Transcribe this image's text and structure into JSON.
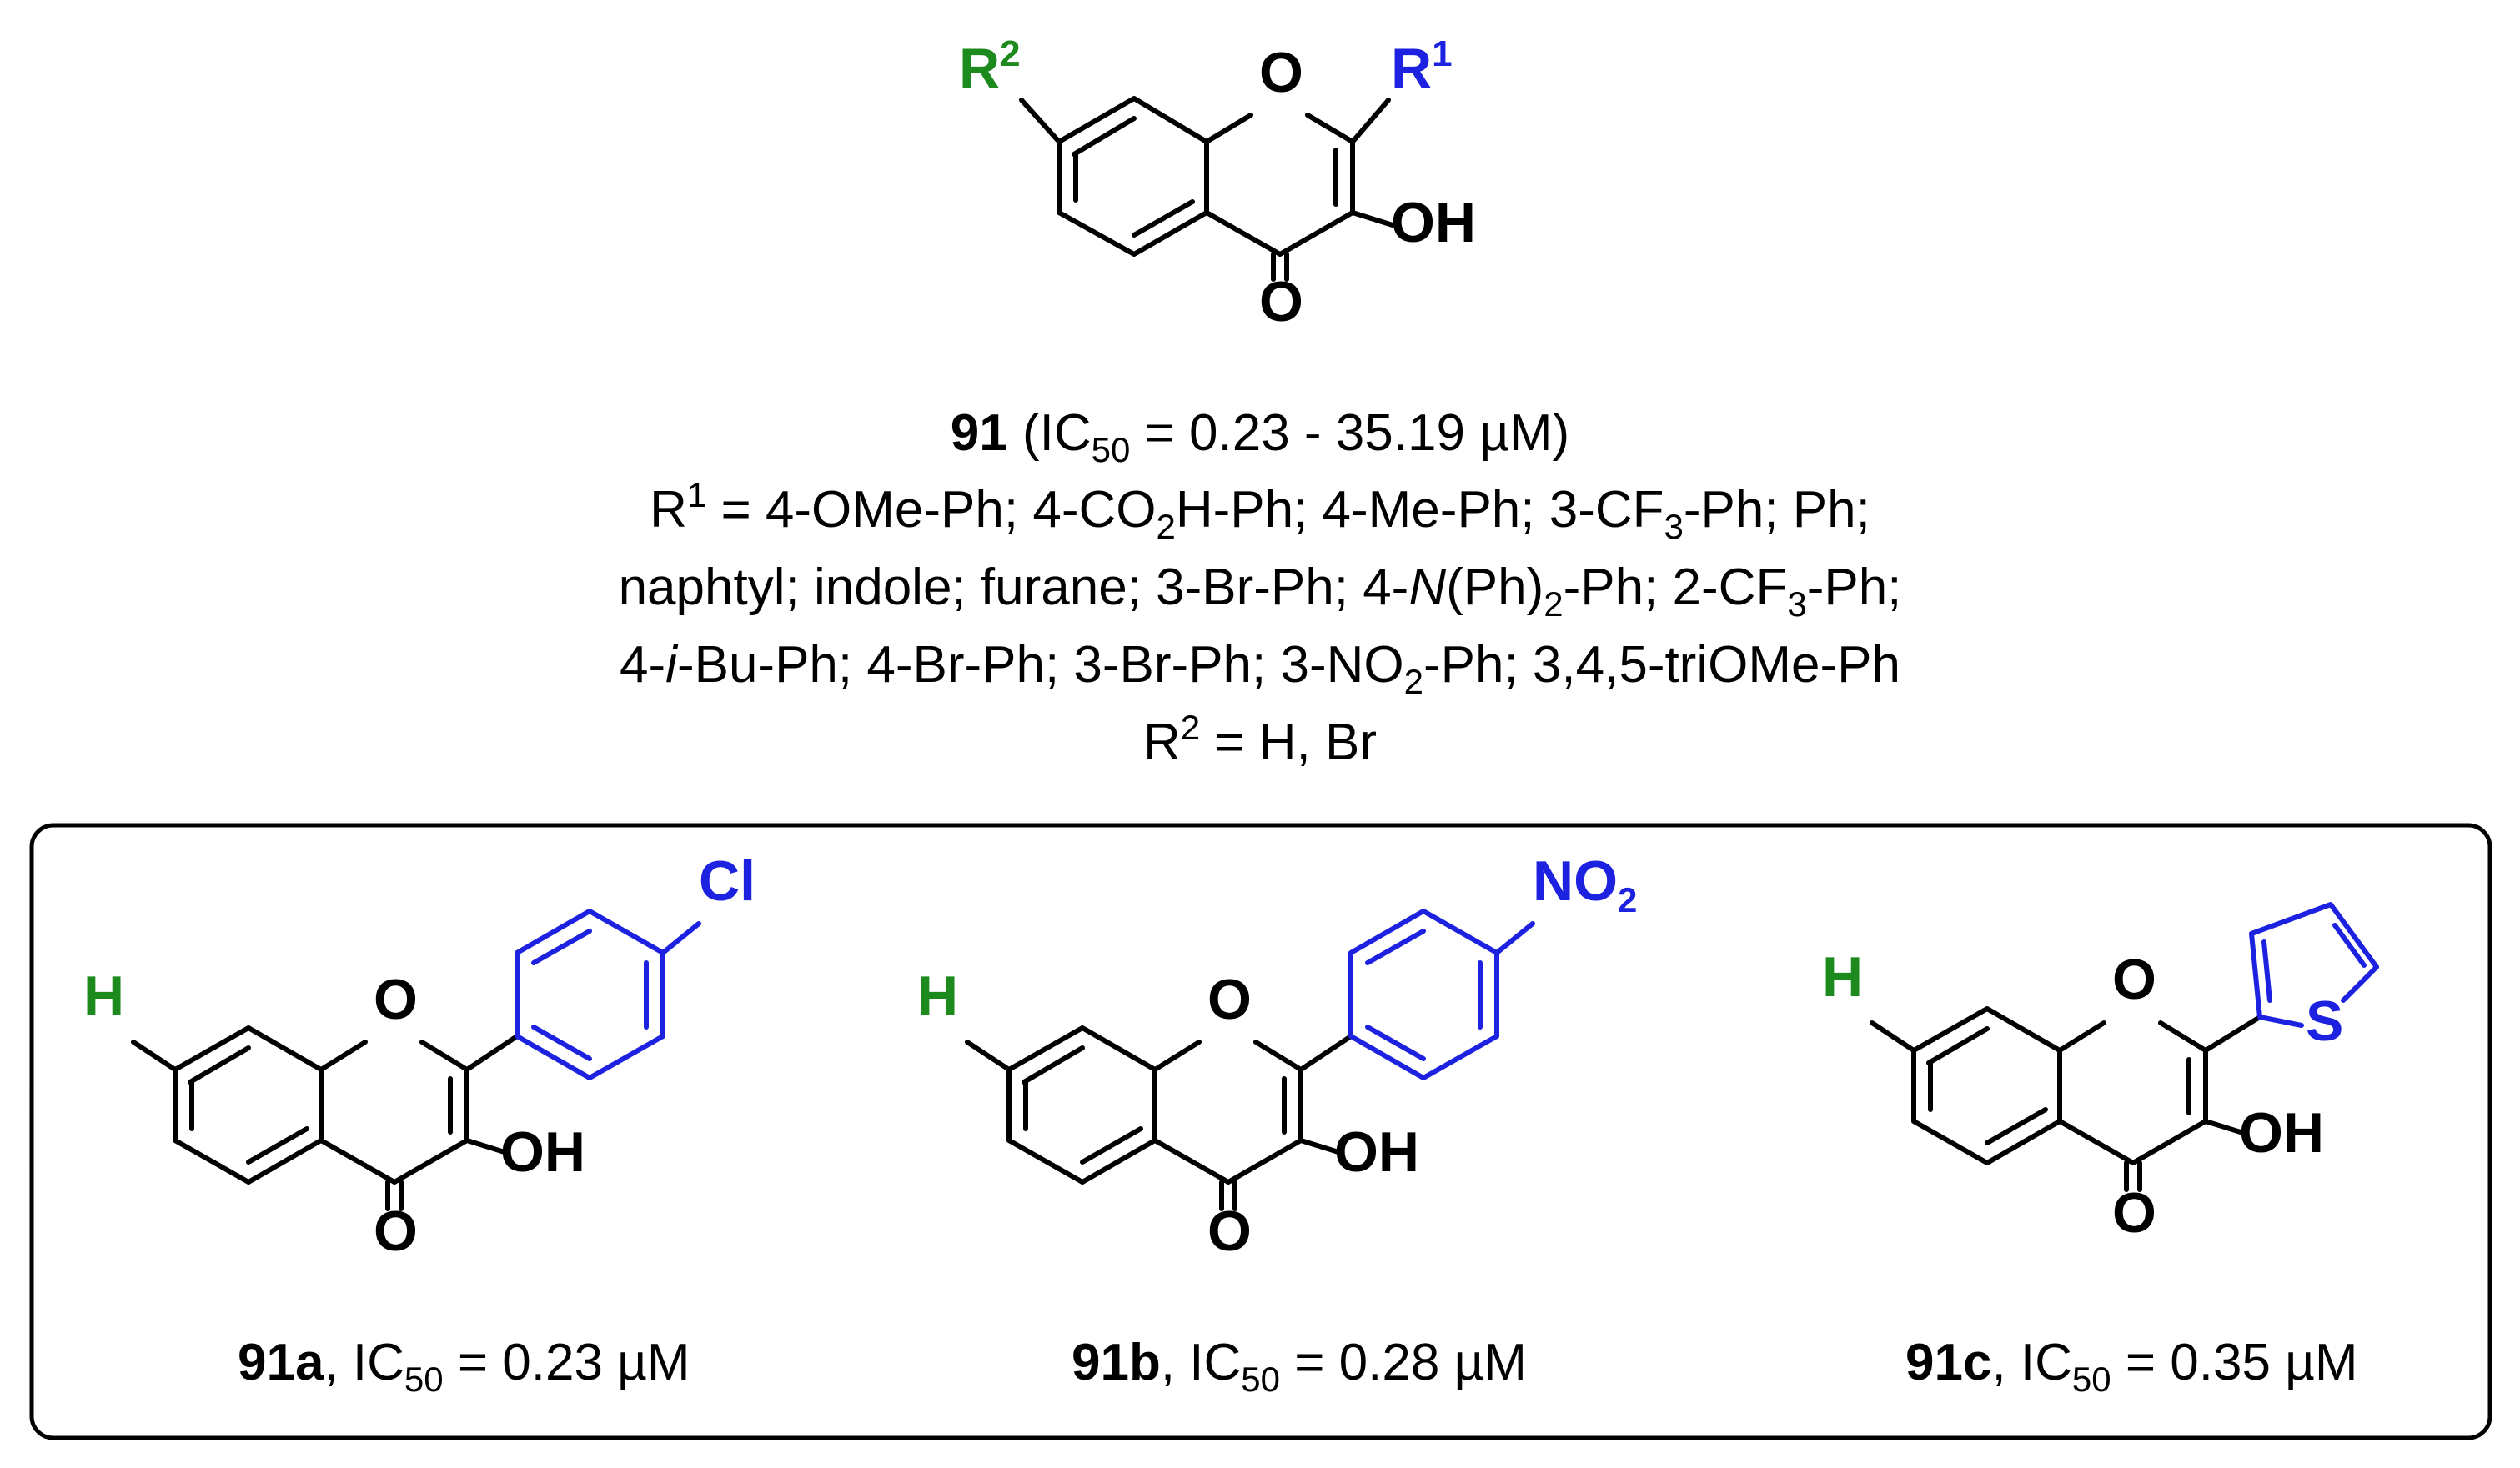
{
  "scaffold": {
    "ring_o": "O",
    "carbonyl_o": "O",
    "oh": "OH",
    "r1_label": "R",
    "r1_sup": "1",
    "r2_label": "R",
    "r2_sup": "2"
  },
  "series": {
    "compound_id": "91",
    "ic50_open": " (IC",
    "ic50_sub": "50",
    "ic50_range": " = 0.23 - 35.19 µM)",
    "r1_lead": "R",
    "r1_lead_sup": "1",
    "r1_line1_a": " = 4-OMe-Ph; 4-CO",
    "r1_line1_sub1": "2",
    "r1_line1_b": "H-Ph; 4-Me-Ph; 3-CF",
    "r1_line1_sub2": "3",
    "r1_line1_c": "-Ph; Ph;",
    "r1_line2_a": "naphtyl; indole; furane; 3-Br-Ph; 4-",
    "r1_line2_ital": "N",
    "r1_line2_b": "(Ph)",
    "r1_line2_sub1": "2",
    "r1_line2_c": "-Ph; 2-CF",
    "r1_line2_sub2": "3",
    "r1_line2_d": "-Ph;",
    "r1_line3_a": "4-",
    "r1_line3_ital": "i",
    "r1_line3_b": "-Bu-Ph; 4-Br-Ph; 3-Br-Ph; 3-NO",
    "r1_line3_sub": "2",
    "r1_line3_c": "-Ph; 3,4,5-triOMe-Ph",
    "r2_lead": "R",
    "r2_lead_sup": "2",
    "r2_values": " = H, Br"
  },
  "examples": [
    {
      "id": "91a",
      "h_label": "H",
      "ring_o": "O",
      "carbonyl_o": "O",
      "oh": "OH",
      "substituent": "Cl",
      "ic50_pre": ", IC",
      "ic50_sub": "50",
      "ic50_value": " = 0.23 µM"
    },
    {
      "id": "91b",
      "h_label": "H",
      "ring_o": "O",
      "carbonyl_o": "O",
      "oh": "OH",
      "substituent": "NO",
      "substituent_sub": "2",
      "ic50_pre": ", IC",
      "ic50_sub": "50",
      "ic50_value": " = 0.28 µM"
    },
    {
      "id": "91c",
      "h_label": "H",
      "ring_o": "O",
      "carbonyl_o": "O",
      "oh": "OH",
      "substituent": "S",
      "ic50_pre": ", IC",
      "ic50_sub": "50",
      "ic50_value": " = 0.35 µM"
    }
  ],
  "colors": {
    "r1_blue": "#1d22e0",
    "r2_green": "#1d8a1d",
    "bond": "#000000"
  }
}
